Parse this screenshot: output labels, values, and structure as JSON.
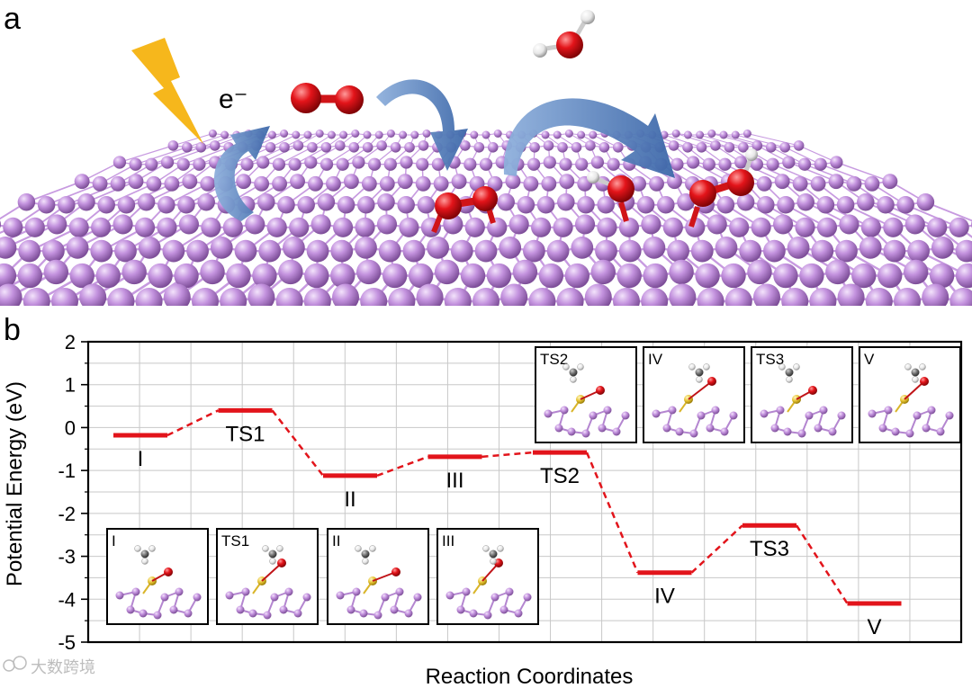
{
  "panels": {
    "a": "a",
    "b": "b"
  },
  "panel_a": {
    "electron_label": "e⁻"
  },
  "watermark": "大数跨境",
  "colors": {
    "surface_atom": "#c08fdc",
    "oxygen": "#e0161b",
    "hydrogen": "#f2f2f2",
    "sulfur": "#e6c431",
    "carbon": "#6e6e6e",
    "arrow": "#5578b4",
    "bolt": "#f6b71c",
    "energy_line": "#e2141b"
  },
  "insets": {
    "I": "I",
    "TS1": "TS1",
    "II": "II",
    "III": "III",
    "TS2": "TS2",
    "IV": "IV",
    "TS3": "TS3",
    "V": "V"
  },
  "chart_data": {
    "type": "line",
    "xlabel": "Reaction Coordinates",
    "ylabel": "Potential Energy (eV)",
    "ylim": [
      -5,
      2
    ],
    "yticks": [
      2,
      1,
      0,
      -1,
      -2,
      -3,
      -4,
      -5
    ],
    "grid": true,
    "series": [
      {
        "states": [
          {
            "label": "I",
            "energy": -0.18
          },
          {
            "label": "TS1",
            "energy": 0.4
          },
          {
            "label": "II",
            "energy": -1.12
          },
          {
            "label": "III",
            "energy": -0.68
          },
          {
            "label": "TS2",
            "energy": -0.58
          },
          {
            "label": "IV",
            "energy": -3.38
          },
          {
            "label": "TS3",
            "energy": -2.28
          },
          {
            "label": "V",
            "energy": -4.1
          }
        ]
      }
    ]
  }
}
